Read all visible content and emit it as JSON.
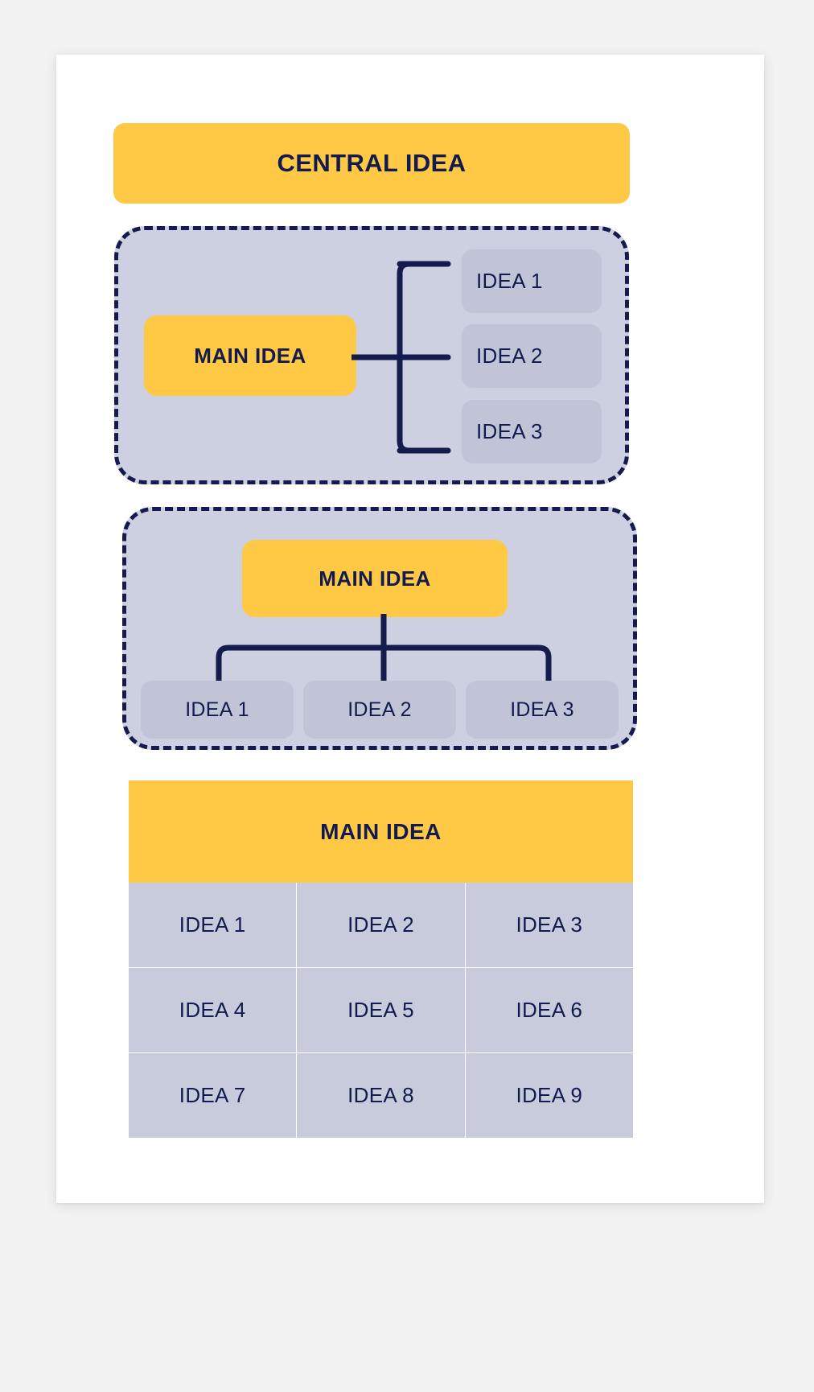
{
  "diagram": {
    "title": "CENTRAL IDEA",
    "colors": {
      "accent_yellow": "#FFC845",
      "navy_text": "#111B4E",
      "group_fill": "#CCD0E0",
      "node_fill": "#C0C4D6",
      "table_cell_fill": "#C7CBDB",
      "card_background": "#FFFFFF",
      "page_background": "#F2F2F2",
      "dash_border": "#151A4F"
    },
    "central": {
      "label": "CENTRAL IDEA"
    },
    "groups": [
      {
        "id": "group-1",
        "layout": "horizontal-bracket",
        "main": {
          "label": "MAIN IDEA"
        },
        "ideas": [
          {
            "label": "IDEA 1"
          },
          {
            "label": "IDEA  2"
          },
          {
            "label": "IDEA  3"
          }
        ]
      },
      {
        "id": "group-2",
        "layout": "vertical-tree",
        "main": {
          "label": "MAIN IDEA"
        },
        "ideas": [
          {
            "label": "IDEA 1"
          },
          {
            "label": "IDEA  2"
          },
          {
            "label": "IDEA  3"
          }
        ]
      }
    ],
    "table": {
      "header": "MAIN IDEA",
      "columns": 3,
      "rows": [
        [
          "IDEA 1",
          "IDEA  2",
          "IDEA  3"
        ],
        [
          "IDEA 4",
          "IDEA 5",
          "IDEA 6"
        ],
        [
          "IDEA 7",
          "IDEA 8",
          "IDEA 9"
        ]
      ]
    }
  }
}
